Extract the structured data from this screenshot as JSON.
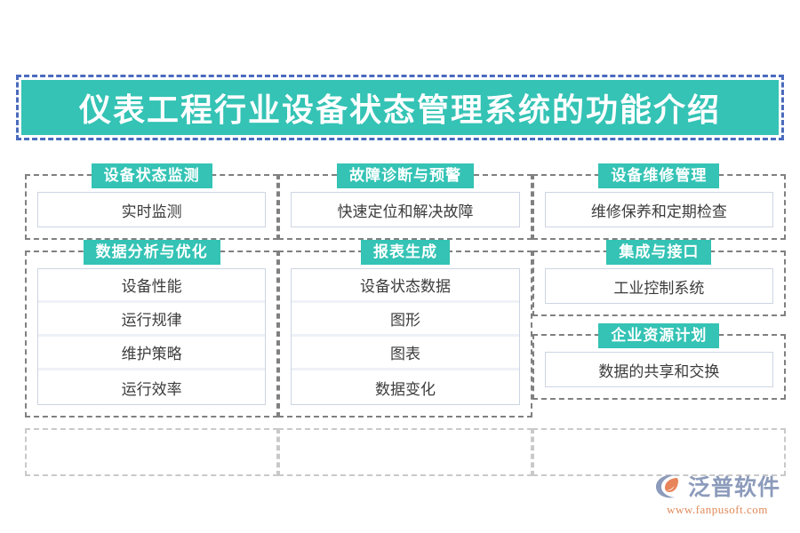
{
  "title": {
    "text": "仪表工程行业设备状态管理系统的功能介绍",
    "banner_color": "#34c3b5",
    "border_color": "#4a6bbd",
    "text_color": "#ffffff"
  },
  "theme": {
    "badge_color": "#34c3b5",
    "dashed_border": "#808080",
    "item_border": "#ccd5e2",
    "item_text": "#3c3c3c",
    "divider": "#eef2f7"
  },
  "sections": [
    {
      "badge": "设备状态监测",
      "items": [
        "实时监测"
      ]
    },
    {
      "badge": "故障诊断与预警",
      "items": [
        "快速定位和解决故障"
      ]
    },
    {
      "badge": "设备维修管理",
      "items": [
        "维修保养和定期检查"
      ]
    },
    {
      "badge": "数据分析与优化",
      "items": [
        "设备性能",
        "运行规律",
        "维护策略",
        "运行效率"
      ]
    },
    {
      "badge": "报表生成",
      "items": [
        "设备状态数据",
        "图形",
        "图表",
        "数据变化"
      ]
    },
    {
      "badge": "集成与接口",
      "items": [
        "工业控制系统"
      ]
    },
    {
      "badge": "企业资源计划",
      "items": [
        "数据的共享和交换"
      ]
    }
  ],
  "logo": {
    "name": "泛普软件",
    "url": "www.fanpusoft.com",
    "mark_arc_color": "#8c9bbb",
    "mark_accent_color": "#e8845a",
    "name_color": "#8c9bbb",
    "url_color": "#e08a5a"
  }
}
